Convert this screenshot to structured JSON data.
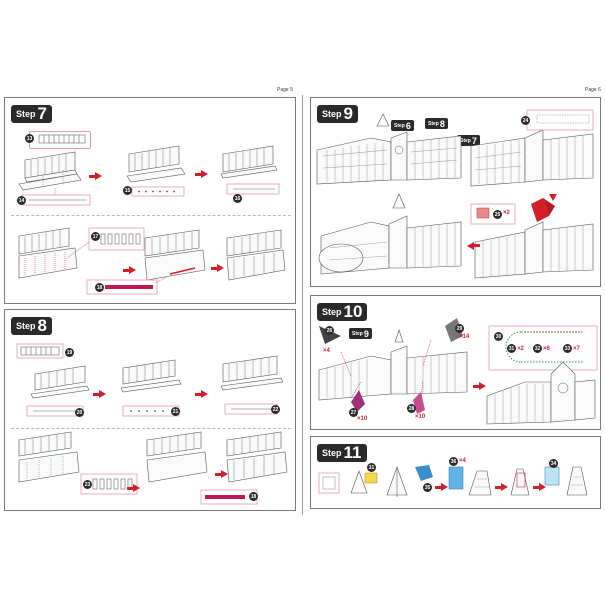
{
  "pages": {
    "left_label": "Page 5",
    "right_label": "Page 6"
  },
  "steps": {
    "s7": {
      "word": "Step",
      "num": "7",
      "parts": [
        "13",
        "14",
        "15",
        "16",
        "17",
        "18"
      ]
    },
    "s8": {
      "word": "Step",
      "num": "8",
      "parts": [
        "19",
        "20",
        "21",
        "22",
        "23",
        "18"
      ]
    },
    "s9": {
      "word": "Step",
      "num": "9",
      "ref6": "6",
      "ref8": "8",
      "ref7": "7",
      "parts": [
        "24",
        "25"
      ],
      "qty25": "×2"
    },
    "s10": {
      "word": "Step",
      "num": "10",
      "ref9": "9",
      "parts": [
        "26",
        "27",
        "28",
        "29",
        "30",
        "31",
        "32",
        "33"
      ],
      "qty26": "×4",
      "qty27": "×10",
      "qty28": "×10",
      "qty29": "×14",
      "qty31": "×2",
      "qty32": "×6",
      "qty33": "×7"
    },
    "s11": {
      "word": "Step",
      "num": "11",
      "parts": [
        "31",
        "35",
        "36",
        "34"
      ],
      "qty": "×4"
    }
  },
  "colors": {
    "accent": "#d21f2b",
    "tab": "#2a2a2a",
    "part_border": "#e39aa8",
    "magenta": "#c2185b"
  }
}
